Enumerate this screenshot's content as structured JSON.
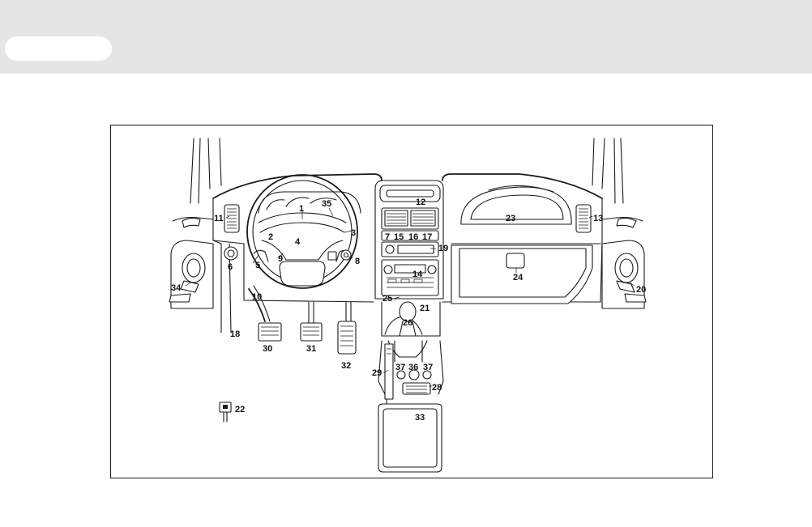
{
  "header": {
    "background": "#e5e5e5",
    "pill_color": "#ffffff"
  },
  "diagram": {
    "callouts": {
      "c1": "1",
      "c2": "2",
      "c3": "3",
      "c4": "4",
      "c5": "5",
      "c6": "6",
      "c7": "7",
      "c8": "8",
      "c9": "9",
      "c10": "10",
      "c11": "11",
      "c12": "12",
      "c13": "13",
      "c14": "14",
      "c15": "15",
      "c16": "16",
      "c17": "17",
      "c18": "18",
      "c19": "19",
      "c20": "20",
      "c21": "21",
      "c22": "22",
      "c23": "23",
      "c24": "24",
      "c25": "25",
      "c26": "26",
      "c28": "28",
      "c29": "29",
      "c30": "30",
      "c31": "31",
      "c32": "32",
      "c33": "33",
      "c34": "34",
      "c35": "35",
      "c36": "36",
      "c37a": "37",
      "c37b": "37"
    }
  }
}
